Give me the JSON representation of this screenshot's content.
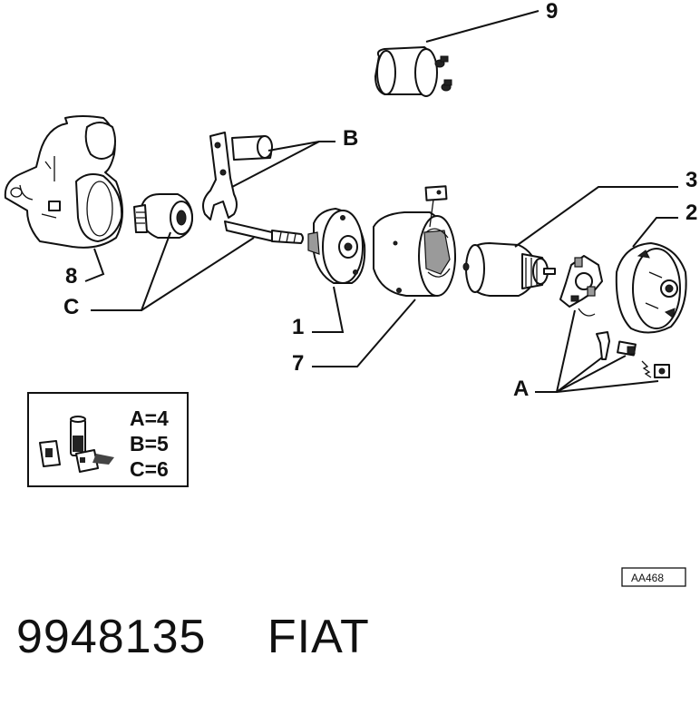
{
  "callouts": {
    "c9": "9",
    "cB": "B",
    "c3": "3",
    "c2": "2",
    "c8": "8",
    "cC": "C",
    "c1": "1",
    "c7": "7",
    "cA": "A"
  },
  "legend": {
    "line_a": "A=4",
    "line_b": "B=5",
    "line_c": "C=6"
  },
  "drawing_code": "AA468",
  "footer": {
    "part_number": "9948135",
    "brand": "FIAT"
  }
}
